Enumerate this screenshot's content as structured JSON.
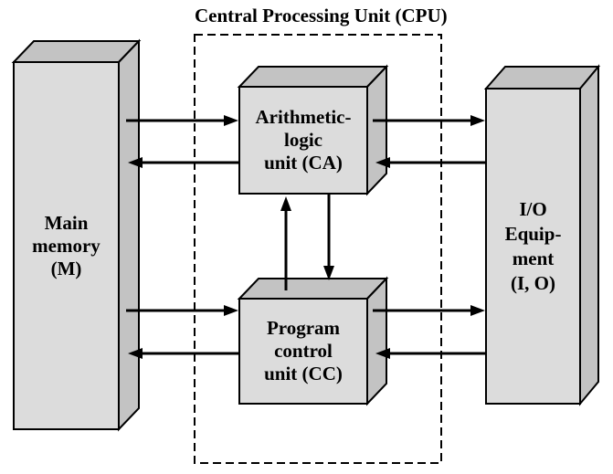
{
  "title": "Central Processing Unit (CPU)",
  "colors": {
    "face_front": "#dcdcdc",
    "face_shade": "#c3c3c3",
    "line": "#000000",
    "background": "#ffffff"
  },
  "nodes": {
    "memory": {
      "name": "Main memory",
      "lines": [
        "Main",
        "memory",
        "(M)"
      ]
    },
    "alu": {
      "name": "Arithmetic-logic unit",
      "lines": [
        "Arithmetic-",
        "logic",
        "unit (CA)"
      ]
    },
    "control": {
      "name": "Program control unit",
      "lines": [
        "Program",
        "control",
        "unit (CC)"
      ]
    },
    "io": {
      "name": "I/O Equipment",
      "lines": [
        "I/O",
        "Equip-",
        "ment",
        "(I, O)"
      ]
    }
  },
  "cpu_group": {
    "label": "Central Processing Unit (CPU)",
    "members": [
      "alu",
      "control"
    ]
  },
  "edges": [
    {
      "from": "memory",
      "to": "alu"
    },
    {
      "from": "alu",
      "to": "memory"
    },
    {
      "from": "memory",
      "to": "control"
    },
    {
      "from": "control",
      "to": "memory"
    },
    {
      "from": "alu",
      "to": "io"
    },
    {
      "from": "io",
      "to": "alu"
    },
    {
      "from": "control",
      "to": "io"
    },
    {
      "from": "io",
      "to": "control"
    },
    {
      "from": "control",
      "to": "alu"
    },
    {
      "from": "alu",
      "to": "control"
    }
  ]
}
